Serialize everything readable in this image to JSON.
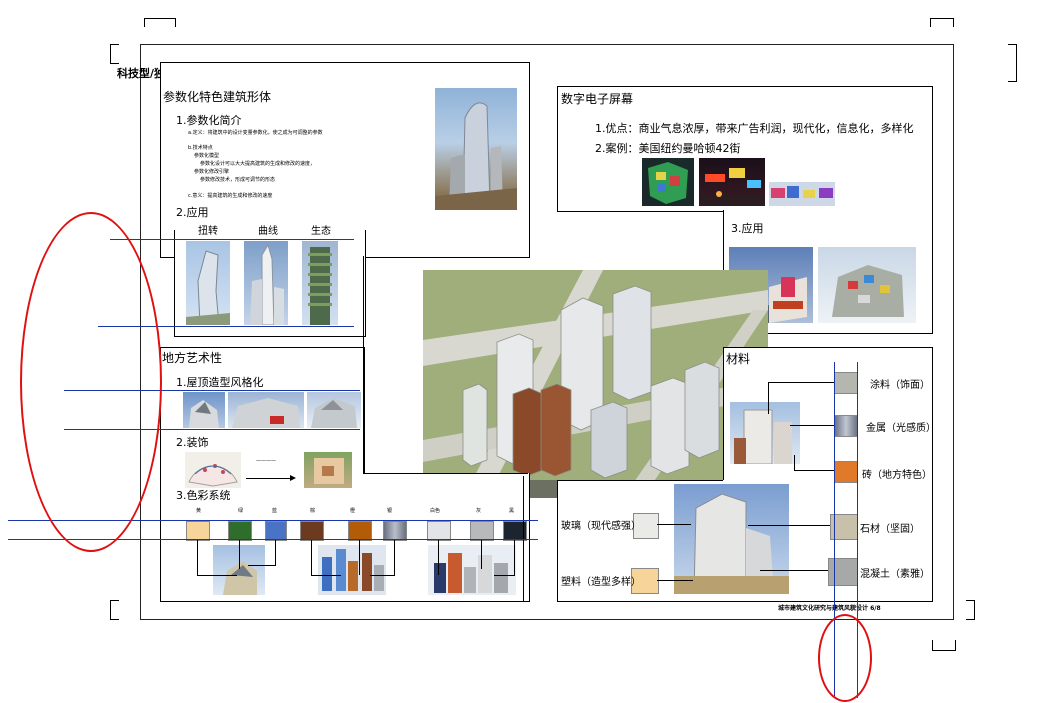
{
  "header": {
    "corner_label": "科技型/独特性"
  },
  "footer": {
    "caption": "城市建筑文化研究与建筑风貌设计 6/8"
  },
  "param": {
    "title": "参数化特色建筑形体",
    "sub1": "1.参数化简介",
    "line_a": "a.定义：将建筑中的设计变量参数化，使之成为可调整的参数",
    "line_b": "b.技术特点",
    "line_b1": "参数化模型",
    "line_b2": "参数化设计可以大大提高建筑的生成和修改的速度，",
    "line_b3": "参数化修改引擎",
    "line_b4": "参数修改技术，形成可调节的形态",
    "line_c": "c.意义：提高建筑的生成和修改的速度",
    "sub2": "2.应用",
    "apps": [
      "扭转",
      "曲线",
      "生态"
    ]
  },
  "digital": {
    "title": "数字电子屏幕",
    "adv": "1.优点：商业气息浓厚，带来广告利润，现代化，信息化，多样化",
    "case": "2.案例：美国纽约曼哈顿42街",
    "app": "3.应用"
  },
  "local": {
    "title": "地方艺术性",
    "sub1": "1.屋顶造型风格化",
    "sub2": "2.装饰",
    "deco_arrow": "————",
    "sub3": "3.色彩系统",
    "colors": [
      {
        "name": "黄",
        "hex": "#f6d49a"
      },
      {
        "name": "绿",
        "hex": "#2f6d2a"
      },
      {
        "name": "蓝",
        "hex": "#4a73c6"
      },
      {
        "name": "棕",
        "hex": "#6b3a1f"
      },
      {
        "name": "橙",
        "hex": "#b35c07"
      },
      {
        "name": "银",
        "hex": "#8e94a6"
      },
      {
        "name": "白色",
        "hex": "#e2e4e8"
      },
      {
        "name": "灰",
        "hex": "#b7b9bb"
      },
      {
        "name": "黑",
        "hex": "#1c2430"
      }
    ]
  },
  "materials": {
    "title": "材料",
    "items": [
      {
        "name": "涂料（饰面）",
        "hex": "#b4b6b0"
      },
      {
        "name": "金属（光感质）",
        "hex": "#8f97a8"
      },
      {
        "name": "砖（地方特色）",
        "hex": "#e07a2a"
      },
      {
        "name": "石材（坚固）",
        "hex": "#c7c0aa"
      },
      {
        "name": "混凝土（素雅）",
        "hex": "#a7a9a8"
      }
    ],
    "glass": "玻璃（现代感强）",
    "plastic": "塑料（造型多样）"
  },
  "colors": {
    "annotation_red": "#e01010",
    "annotation_blue": "#1a36a8"
  }
}
